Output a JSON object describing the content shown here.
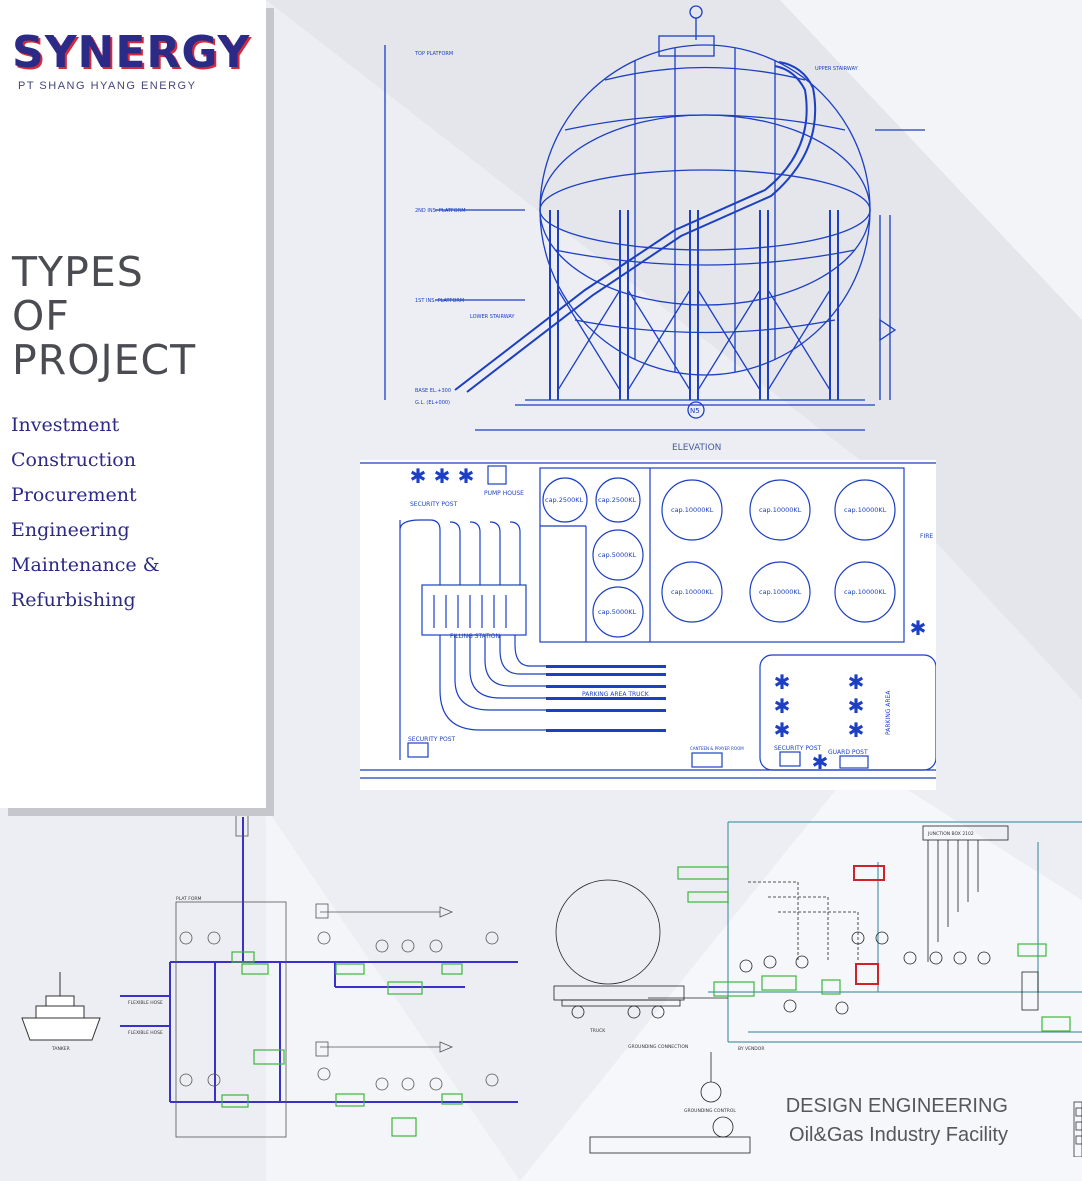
{
  "brand": {
    "name": "SYNERGY",
    "subtitle": "PT SHANG HYANG ENERGY"
  },
  "heading": [
    "TYPES",
    "OF",
    "PROJECT"
  ],
  "project_types": [
    "Investment",
    "Construction",
    "Procurement",
    "Engineering",
    "Maintenance &",
    "Refurbishing"
  ],
  "caption": {
    "line1": "DESIGN ENGINEERING",
    "line2": "Oil&Gas Industry Facility"
  },
  "elevation": {
    "label": "ELEVATION",
    "top_platform": "TOP PLATFORM",
    "upper_stairway": "UPPER STAIRWAY",
    "mid_platform": "2ND INS. PLATFORM",
    "first_platform": "1ST INS. PLATFORM",
    "lower_stairway": "LOWER STAIRWAY",
    "base": "BASE EL.+300",
    "gl": "G.L. (EL+000)",
    "nozzle": "N5"
  },
  "site_plan": {
    "pump_house": "PUMP HOUSE",
    "security_post": "SECURITY POST",
    "filling_station": "FILLING STATION",
    "parking_truck": "PARKING AREA TRUCK",
    "parking_area": "PARKING AREA",
    "guard_post": "GUARD POST",
    "canteen": "CANTEEN & PRAYER ROOM",
    "fire": "FIRE",
    "tanks_small": [
      "cap.2500KL",
      "cap.2500KL"
    ],
    "tanks_mid": [
      "cap.5000KL",
      "cap.5000KL"
    ],
    "tanks_large": [
      "cap.10000KL",
      "cap.10000KL",
      "cap.10000KL",
      "cap.10000KL",
      "cap.10000KL",
      "cap.10000KL"
    ]
  },
  "pid_left": {
    "platform": "PLAT FORM",
    "hose1": "FLEXIBLE HOSE",
    "hose2": "FLEXIBLE HOSE",
    "tanker": "TANKER"
  },
  "pid_right": {
    "junction_box": "JUNCTION BOX 2102",
    "truck": "TRUCK",
    "vendor": "BY VENDOR",
    "grounding": "GROUNDING CONNECTION",
    "grounding_control": "GROUNDING CONTROL"
  },
  "colors": {
    "brand_blue": "#2b2a86",
    "brand_red": "#d6293a",
    "blueprint": "#1c3fc4",
    "pid_green": "#3db63d",
    "pid_blue": "#3a32c8"
  }
}
